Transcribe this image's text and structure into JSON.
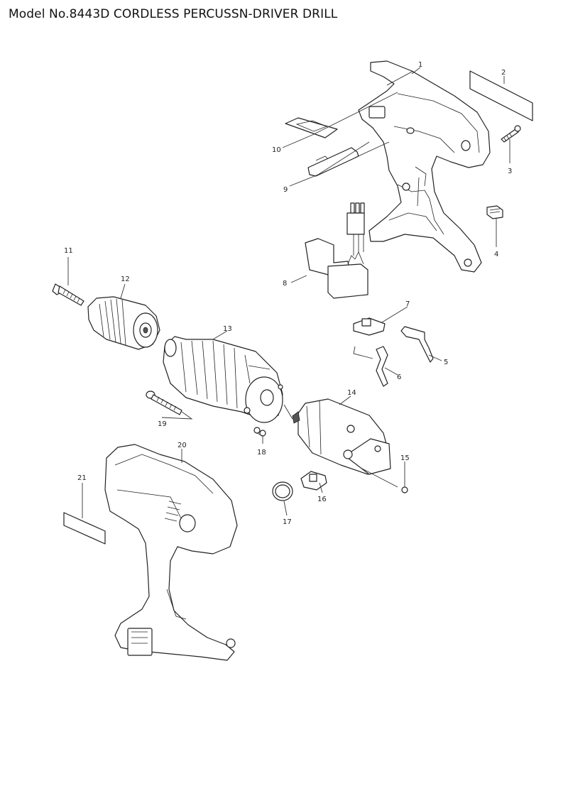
{
  "page": {
    "title": "Model No.8443D CORDLESS PERCUSSN-DRIVER DRILL"
  },
  "callouts": {
    "c1": "1",
    "c2": "2",
    "c3": "3",
    "c4": "4",
    "c5": "5",
    "c6": "6",
    "c7": "7",
    "c8": "8",
    "c9": "9",
    "c10": "10",
    "c11": "11",
    "c12": "12",
    "c13": "13",
    "c14": "14",
    "c15": "15",
    "c16": "16",
    "c17": "17",
    "c18": "18",
    "c19": "19",
    "c20": "20",
    "c21": "21"
  },
  "colors": {
    "line": "#222222",
    "background": "#ffffff",
    "fill_dark": "#555555"
  }
}
